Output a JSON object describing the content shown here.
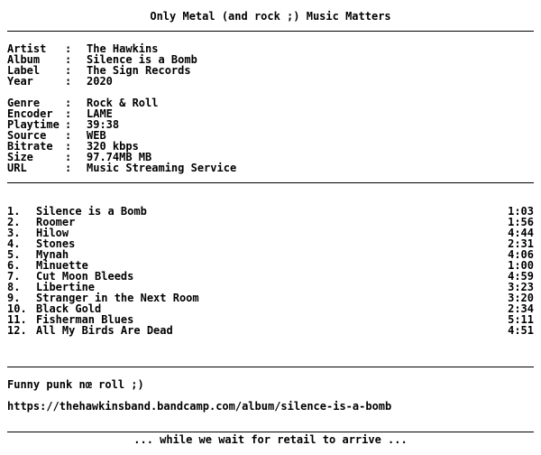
{
  "header": {
    "title": "Only Metal (and rock ;) Music Matters"
  },
  "release": [
    {
      "key": "Artist",
      "value": "The Hawkins"
    },
    {
      "key": "Album",
      "value": "Silence is a Bomb"
    },
    {
      "key": "Label",
      "value": "The Sign Records"
    },
    {
      "key": "Year",
      "value": "2020"
    }
  ],
  "technical": [
    {
      "key": "Genre",
      "value": "Rock & Roll"
    },
    {
      "key": "Encoder",
      "value": "LAME"
    },
    {
      "key": "Playtime",
      "value": "39:38"
    },
    {
      "key": "Source",
      "value": "WEB"
    },
    {
      "key": "Bitrate",
      "value": "320 kbps"
    },
    {
      "key": "Size",
      "value": "97.74MB MB"
    },
    {
      "key": "URL",
      "value": "Music Streaming Service"
    }
  ],
  "tracks": [
    {
      "num": "1.",
      "title": "Silence is a Bomb",
      "duration": "1:03"
    },
    {
      "num": "2.",
      "title": "Roomer",
      "duration": "1:56"
    },
    {
      "num": "3.",
      "title": "Hilow",
      "duration": "4:44"
    },
    {
      "num": "4.",
      "title": "Stones",
      "duration": "2:31"
    },
    {
      "num": "5.",
      "title": "Mynah",
      "duration": "4:06"
    },
    {
      "num": "6.",
      "title": "Minuette",
      "duration": "1:00"
    },
    {
      "num": "7.",
      "title": "Cut Moon Bleeds",
      "duration": "4:59"
    },
    {
      "num": "8.",
      "title": "Libertine",
      "duration": "3:23"
    },
    {
      "num": "9.",
      "title": "Stranger in the Next Room",
      "duration": "3:20"
    },
    {
      "num": "10.",
      "title": "Black Gold",
      "duration": "2:34"
    },
    {
      "num": "11.",
      "title": "Fisherman Blues",
      "duration": "5:11"
    },
    {
      "num": "12.",
      "title": "All My Birds Are Dead",
      "duration": "4:51"
    }
  ],
  "notes": {
    "comment": "Funny punk nœ roll ;)",
    "link": "https://thehawkinsband.bandcamp.com/album/silence-is-a-bomb"
  },
  "footer": {
    "text": "... while we wait for retail to arrive ..."
  }
}
